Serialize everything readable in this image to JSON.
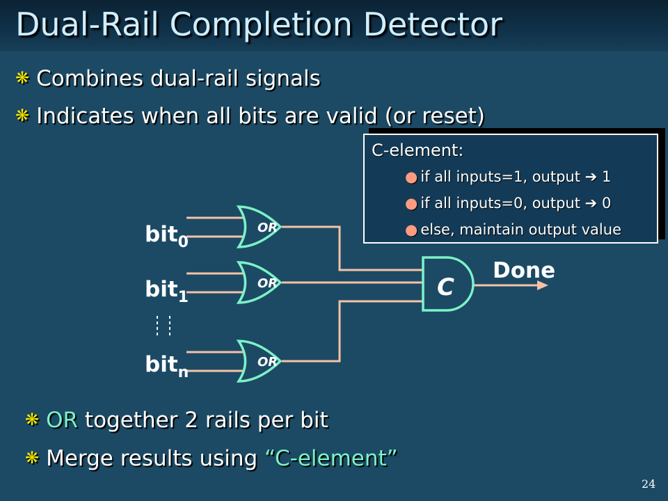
{
  "slide": {
    "title": "Dual-Rail Completion Detector",
    "page_number": "24"
  },
  "bullets_top": [
    {
      "text": "Combines dual-rail signals"
    },
    {
      "text": "Indicates when all bits are valid (or reset)"
    }
  ],
  "callout": {
    "heading": "C-element:",
    "items": [
      {
        "text_pre": "if all inputs=1, output ",
        "arrow": "➔",
        "text_post": " 1"
      },
      {
        "text_pre": "if all inputs=0, output ",
        "arrow": "➔",
        "text_post": " 0"
      },
      {
        "text_pre": "else, maintain output value",
        "arrow": "",
        "text_post": ""
      }
    ]
  },
  "diagram": {
    "bits": [
      {
        "base": "bit",
        "sub": "0"
      },
      {
        "base": "bit",
        "sub": "1"
      },
      {
        "base": "bit",
        "sub": "n"
      }
    ],
    "or_gates": [
      "OR",
      "OR",
      "OR"
    ],
    "c_element_label": "C",
    "output_label": "Done",
    "colors": {
      "wire": "#f6c2a8",
      "gate": "#7cf2c8",
      "dots": "#ffffff"
    }
  },
  "bullets_bottom": [
    {
      "pre": "",
      "hl": "OR",
      "post": " together 2 rails per bit"
    },
    {
      "pre": "Merge results using ",
      "hl": "“C-element”",
      "post": ""
    }
  ],
  "colors": {
    "background": "#1c4a64",
    "bullet_mark": "#f5e800",
    "highlight": "#7cf2c8",
    "callout_dot": "#ff9b80"
  }
}
